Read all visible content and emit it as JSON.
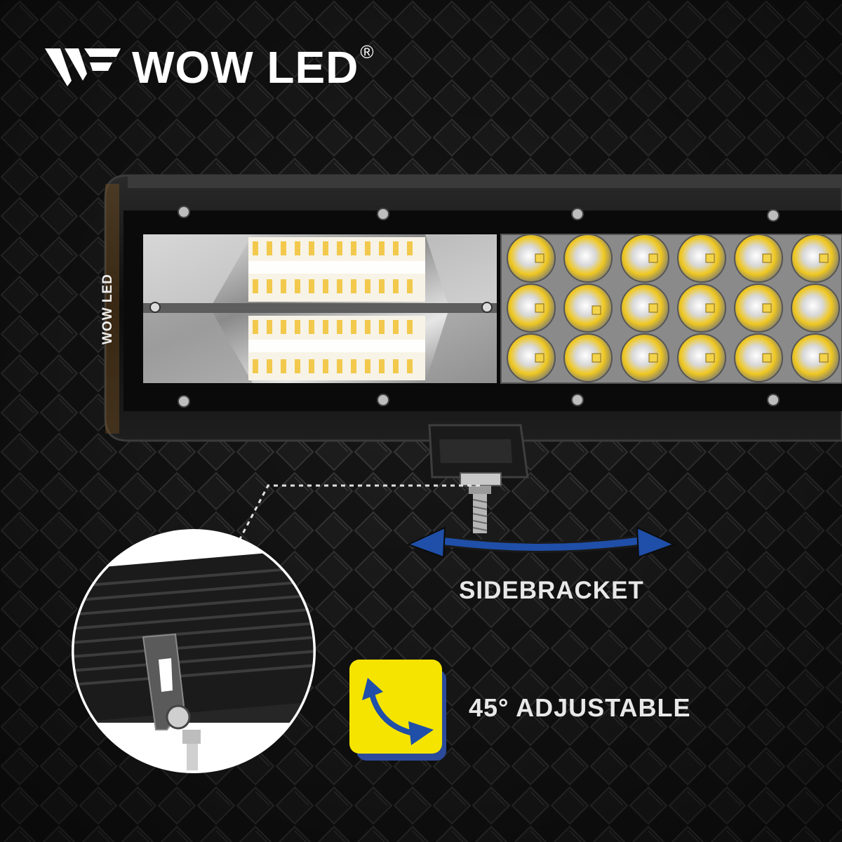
{
  "brand": {
    "name": "WOW LED",
    "registered": "®",
    "logo_icon": "wf-chevron-logo-icon",
    "housing_mark": "WOW LED"
  },
  "callouts": {
    "sidebracket": "SIDEBRACKET",
    "adjustable": "45° ADJUSTABLE"
  },
  "icons": {
    "double_arrow": "horizontal-double-arrow-icon",
    "rotate_arrow": "curved-double-arrow-icon",
    "zoom": "magnified-bracket-detail"
  },
  "colors": {
    "background": "#151515",
    "arrow_blue": "#1f4fa8",
    "badge_yellow": "#f5e400",
    "badge_shadow": "#2c4a9a",
    "text": "#e8e8e8"
  }
}
